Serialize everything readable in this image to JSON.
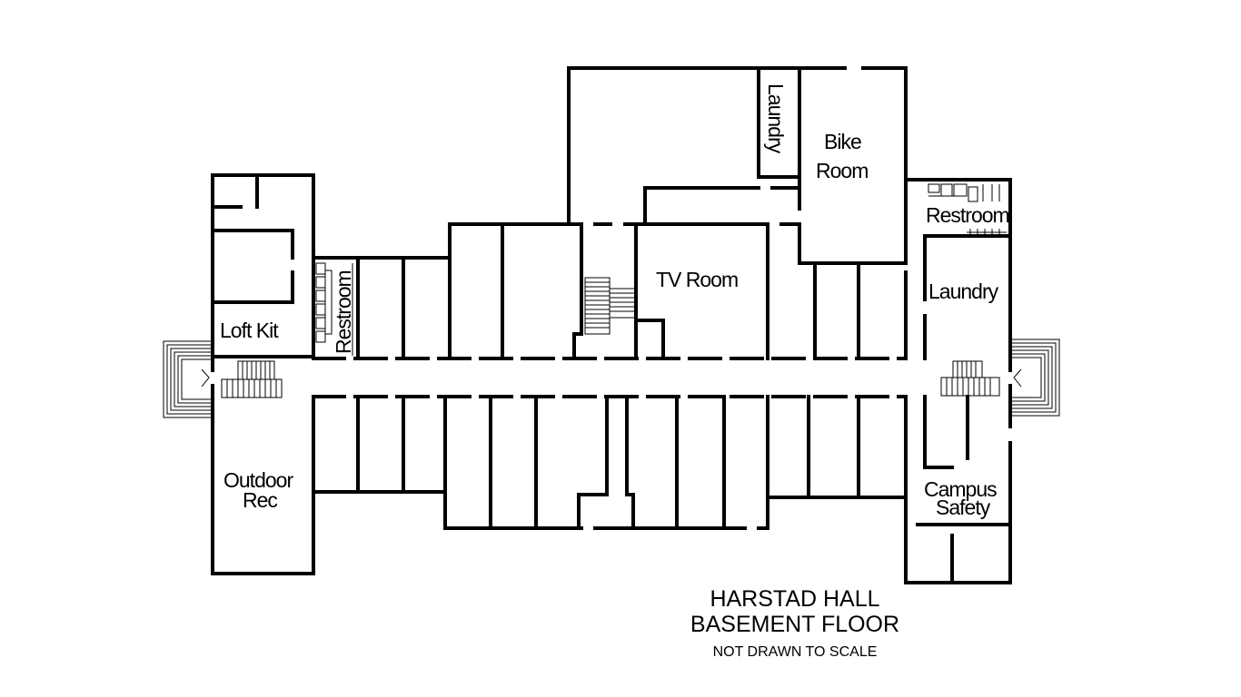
{
  "map": {
    "title_line1": "HARSTAD HALL",
    "title_line2": "BASEMENT FLOOR",
    "note": "NOT DRAWN TO SCALE"
  },
  "rooms": {
    "loft_kit": "Loft Kit",
    "restroom_left": "Restroom",
    "tv_room": "TV Room",
    "laundry_top": "Laundry",
    "bike_room_line1": "Bike",
    "bike_room_line2": "Room",
    "restroom_right": "Restroom",
    "laundry_right": "Laundry",
    "outdoor_rec_line1": "Outdoor",
    "outdoor_rec_line2": "Rec",
    "campus_safety_line1": "Campus",
    "campus_safety_line2": "Safety"
  }
}
